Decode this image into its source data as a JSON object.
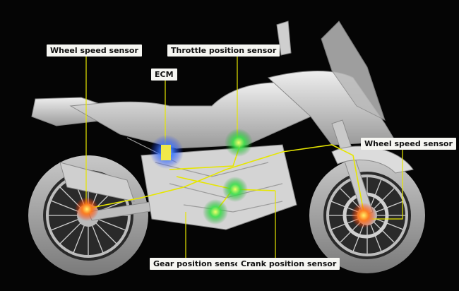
{
  "labels": {
    "wheel_speed_rear": "Wheel speed sensor",
    "throttle_position": "Throttle position sensor",
    "ecm": "ECM",
    "wheel_speed_front": "Wheel speed sensor",
    "gear_position": "Gear position sensor",
    "crank_position": "Crank position sensor"
  },
  "colors": {
    "background": "#050505",
    "bike_body": "#d8d8d8",
    "wire": "#e6e600",
    "label_bg": "#f6f6f2",
    "ecm_glow": "#3b7bff",
    "sensor_green": "#39e04a",
    "sensor_red": "#ff4a1a"
  }
}
